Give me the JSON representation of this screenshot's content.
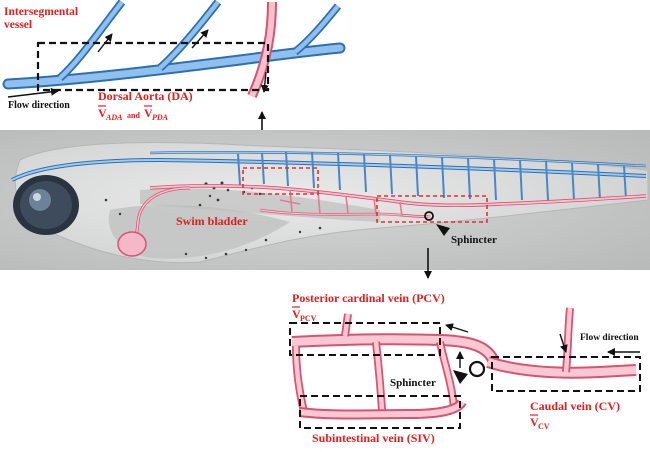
{
  "labels": {
    "intersegmental_line1": "Intersegmental",
    "intersegmental_line2": "vessel",
    "flow_direction_top": "Flow direction",
    "dorsal_aorta": "Dorsal Aorta (DA)",
    "da_velocity_v1": "V",
    "da_velocity_sub1": "ADA",
    "da_velocity_and": "and",
    "da_velocity_v2": "V",
    "da_velocity_sub2": "PDA",
    "swim_bladder": "Swim bladder",
    "sphincter_mid": "Sphincter",
    "pcv": "Posterior cardinal vein (PCV)",
    "pcv_velocity_v": "V",
    "pcv_velocity_sub": "PCV",
    "flow_direction_bottom": "Flow direction",
    "sphincter_bottom": "Sphincter",
    "caudal_vein": "Caudal vein (CV)",
    "cv_velocity_v": "V",
    "cv_velocity_sub": "CV",
    "siv": "Subintestinal vein (SIV)"
  },
  "colors": {
    "artery": "#7ab4e8",
    "artery_edge": "#2f6fb0",
    "vein": "#f4b8c8",
    "vein_edge": "#d8536f",
    "label_red": "#e02020",
    "roi_box_red": "#e03030",
    "photo_bg": "#c9cbca"
  }
}
